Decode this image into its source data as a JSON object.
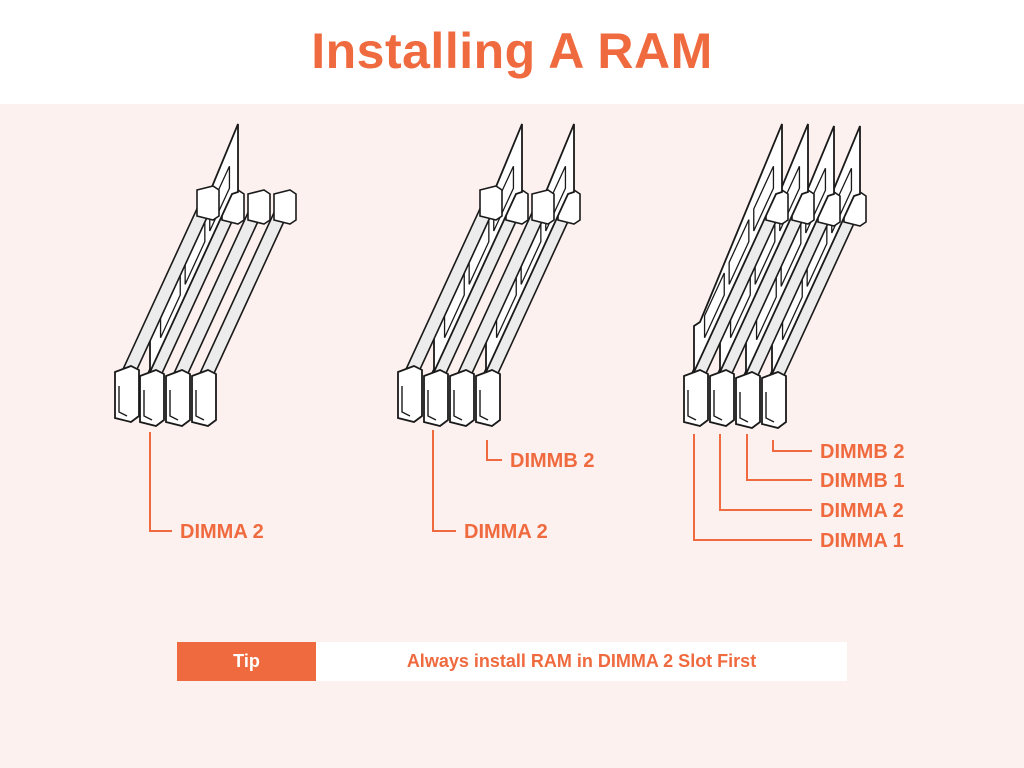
{
  "title": "Installing A RAM",
  "colors": {
    "accent": "#f06a3f",
    "panel_bg": "#fcf1ee",
    "line": "#1a1a1a",
    "module_fill": "#ffffff",
    "slot_fill": "#ececec"
  },
  "diagrams": [
    {
      "labels": [
        "DIMMA 2"
      ]
    },
    {
      "labels": [
        "DIMMB 2",
        "DIMMA 2"
      ]
    },
    {
      "labels": [
        "DIMMB 2",
        "DIMMB 1",
        "DIMMA 2",
        "DIMMA 1"
      ]
    }
  ],
  "tip": {
    "label": "Tip",
    "text": "Always install RAM in DIMMA 2 Slot First"
  }
}
